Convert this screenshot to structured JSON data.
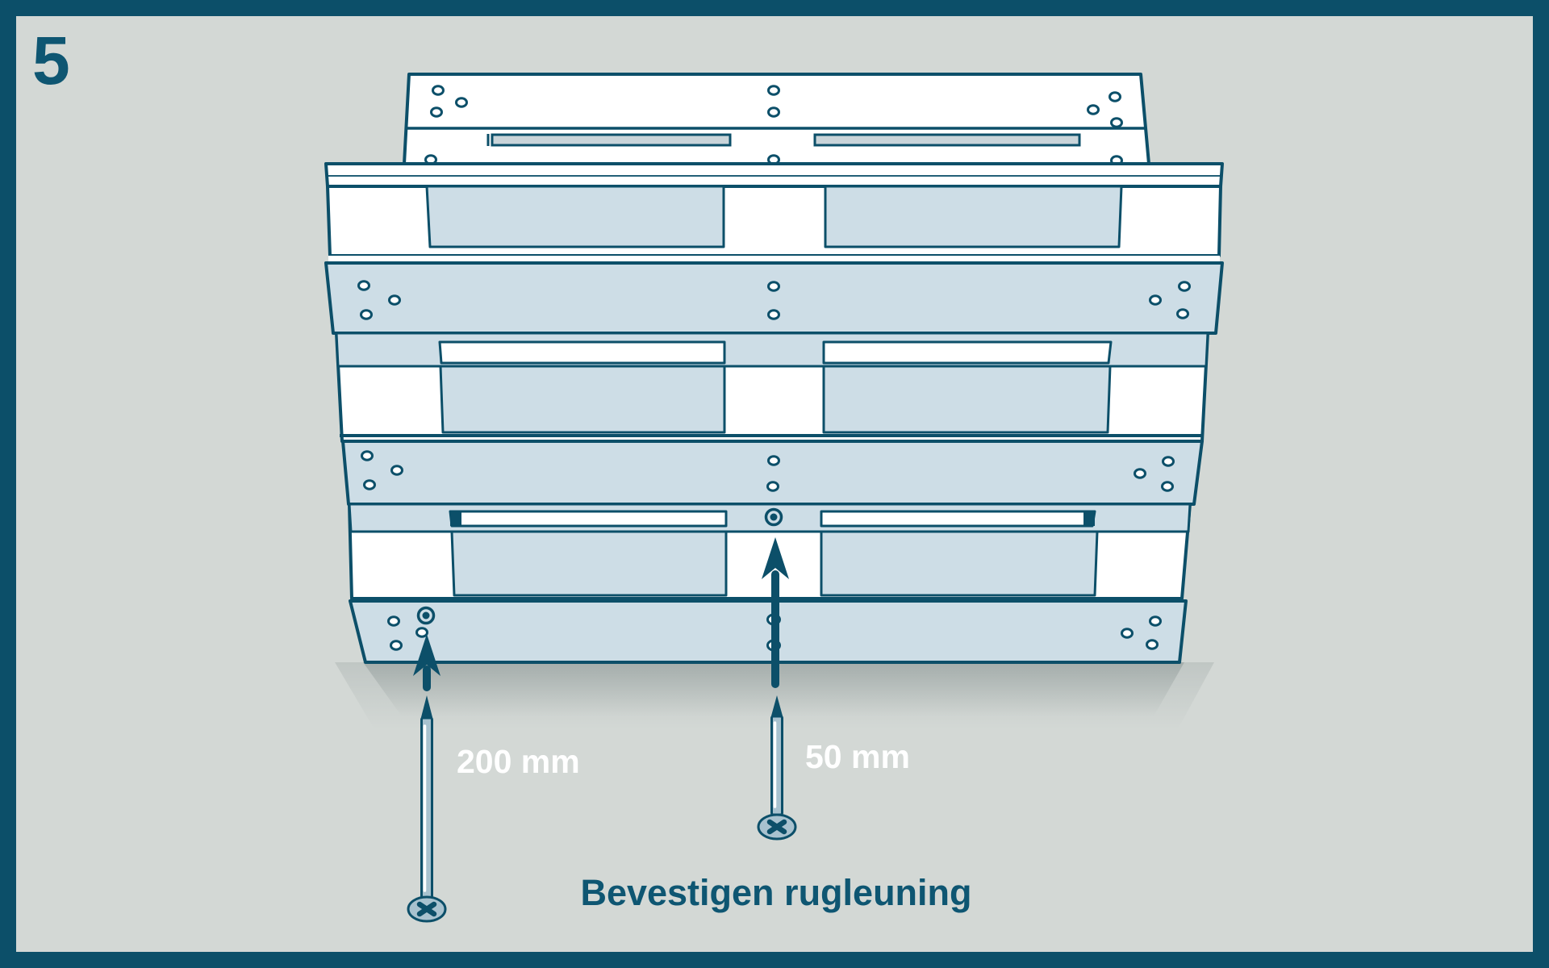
{
  "step": {
    "number": "5"
  },
  "annotations": {
    "screw_long_label": "200 mm",
    "screw_short_label": "50 mm",
    "caption": "Bevestigen rugleuning"
  },
  "icons": {
    "arrow": "arrow-up-icon",
    "screw_long": "screw-200mm-icon",
    "screw_short": "screw-50mm-icon",
    "screw_hole": "screw-hole",
    "screw_head": "screw-head-target"
  },
  "colors": {
    "line": "#0c4f69",
    "panel": "#cddde6",
    "slot_bar": "#c9d4d9",
    "background": "#d3d8d5",
    "steel": "#a8c2cf",
    "text": "#0e5672",
    "label_text": "#ffffff",
    "white": "#ffffff",
    "shadow": "#5a6969",
    "frame": "#0c4f69"
  }
}
